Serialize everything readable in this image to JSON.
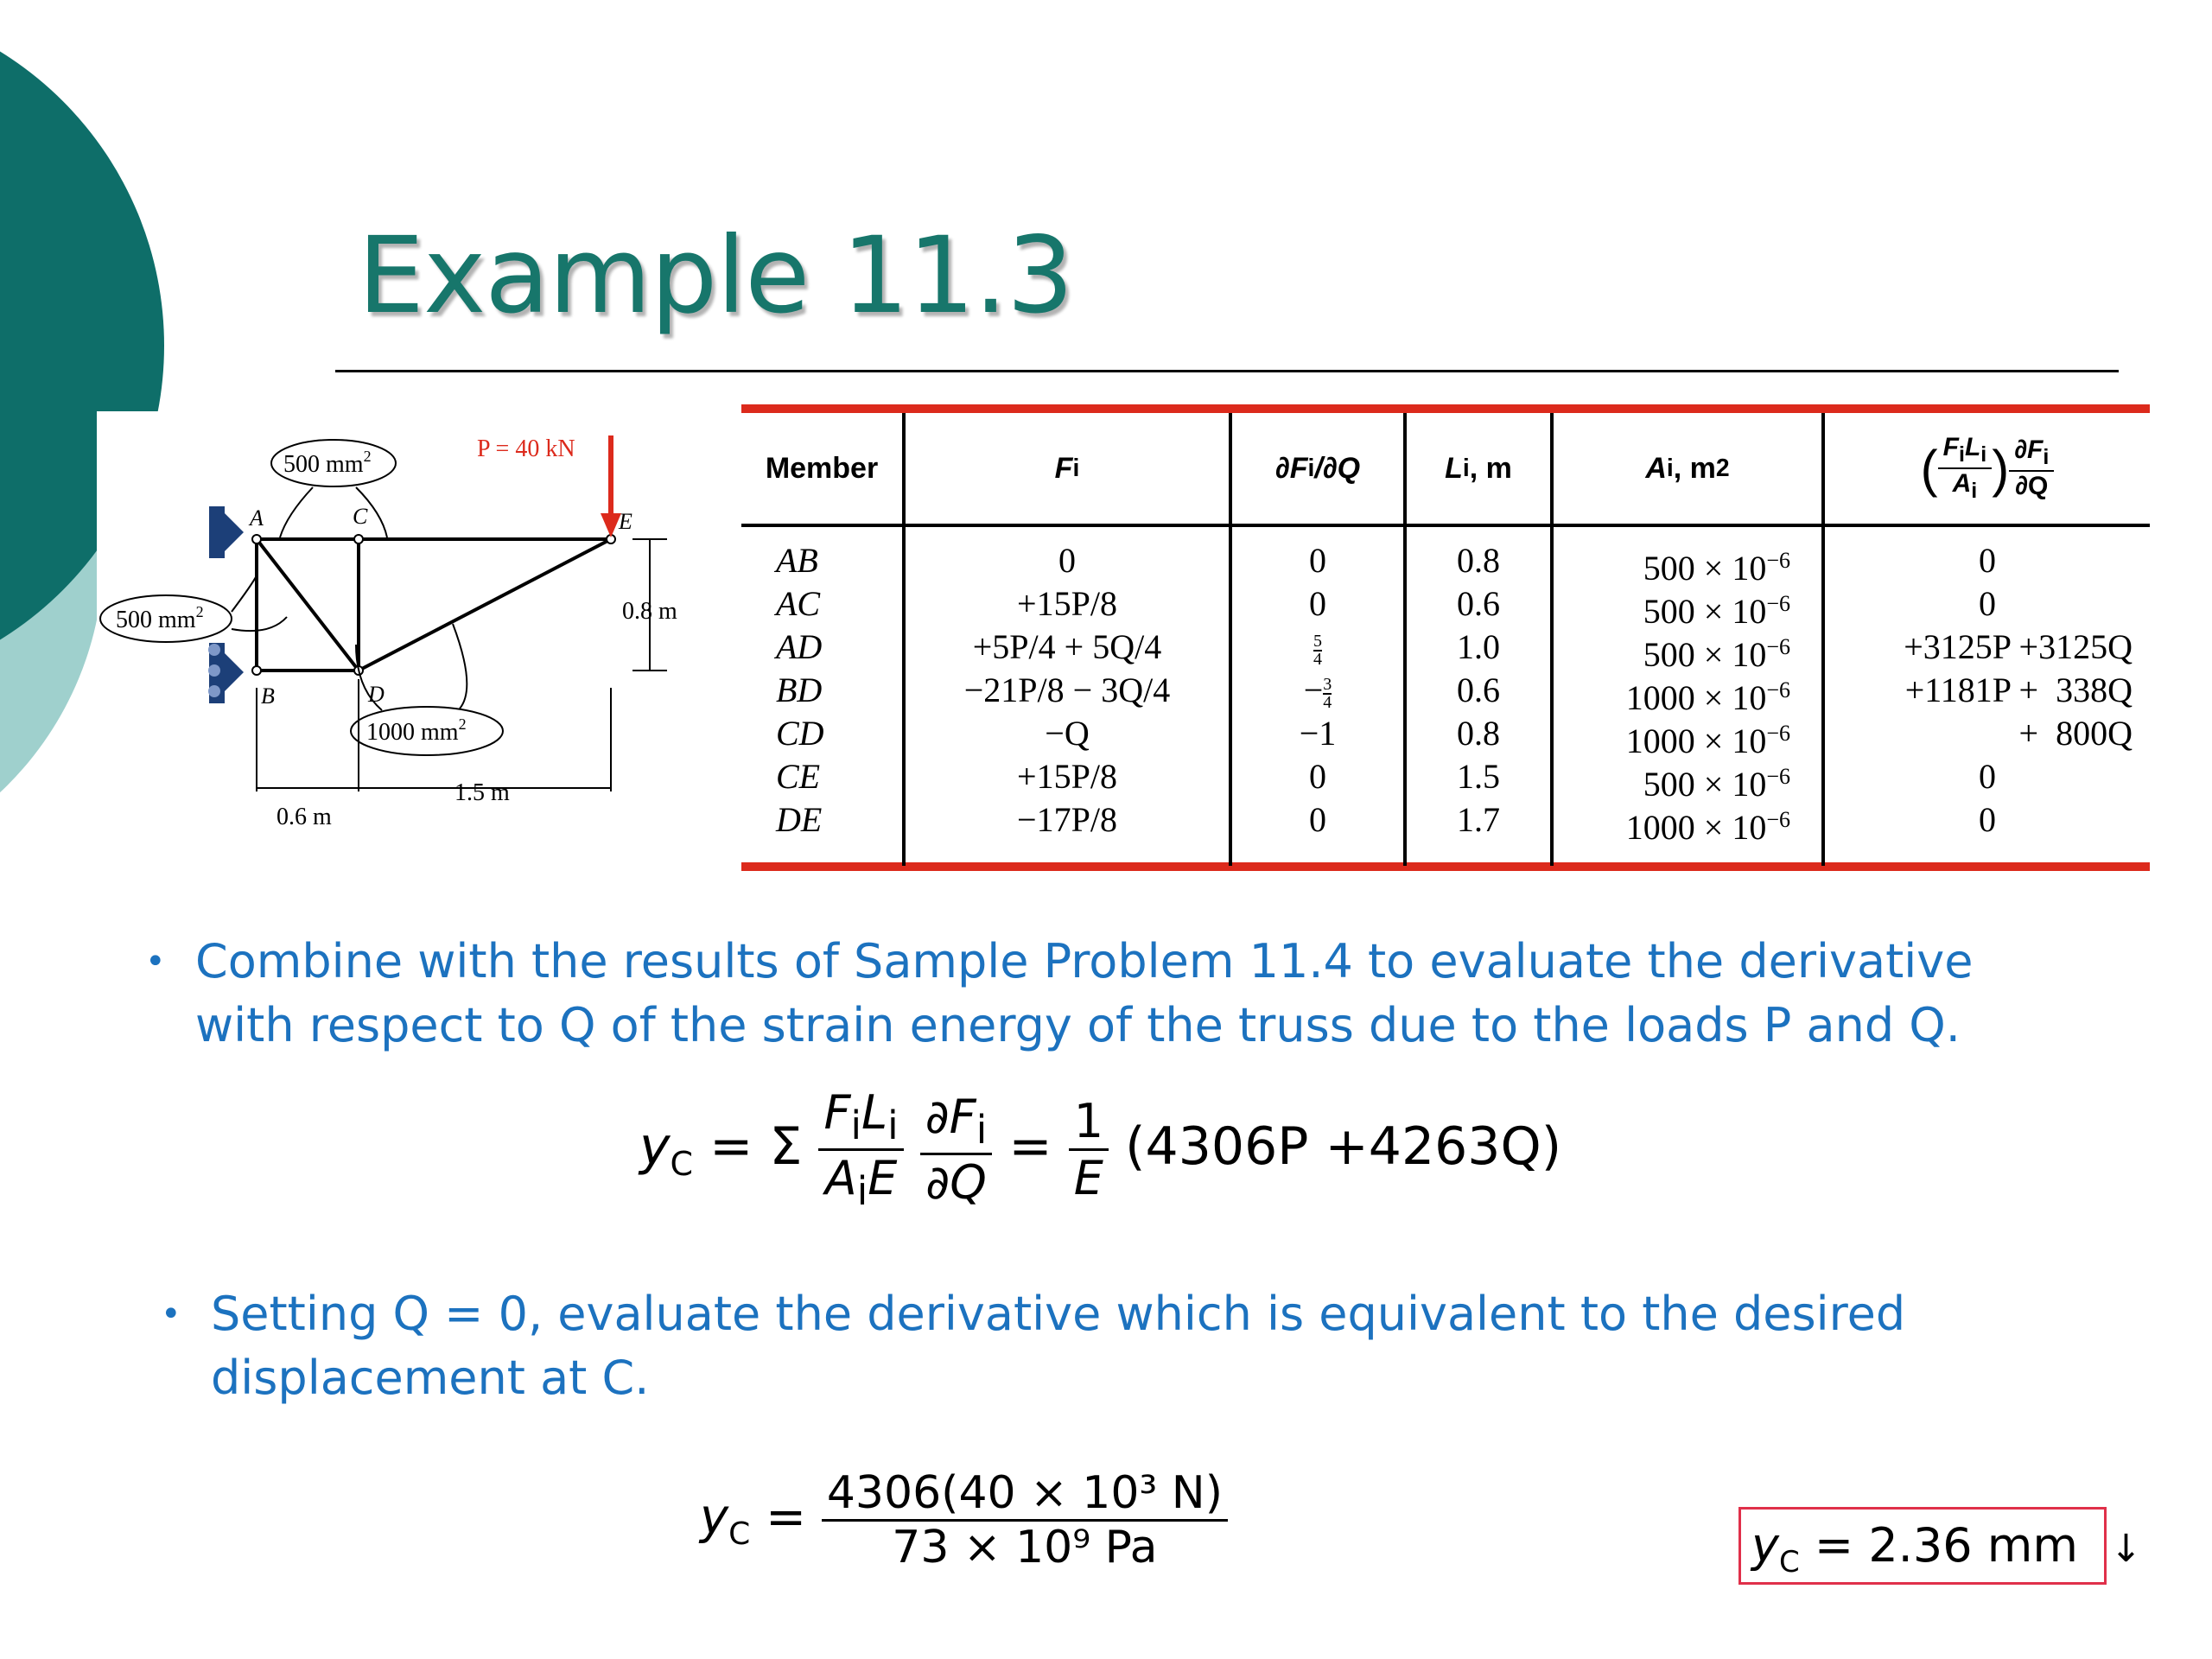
{
  "slide": {
    "title": "Example 11.3",
    "colors": {
      "title": "#17766b",
      "bullet_text": "#1c72bf",
      "deco_dark": "#0e6e69",
      "deco_light": "#9fd0cd",
      "table_rule": "#dc2a1c",
      "answer_border": "#e0304a"
    }
  },
  "figure": {
    "load_label": "P = 40 kN",
    "area_ac": "500 mm",
    "area_ab": "500 mm",
    "area_diag": "1000 mm",
    "area_exp": "2",
    "node_a": "A",
    "node_b": "B",
    "node_c": "C",
    "node_d": "D",
    "node_e": "E",
    "height_dim": "0.8 m",
    "dim_left": "0.6 m",
    "dim_right": "1.5 m"
  },
  "table": {
    "headers": {
      "member": "Member",
      "force_sym": "F",
      "force_sub": "i",
      "deriv": "∂F",
      "deriv_sub": "i",
      "deriv_tail": "/∂Q",
      "length_sym": "L",
      "length_sub": "i",
      "length_unit": ", m",
      "area_sym": "A",
      "area_sub": "i",
      "area_unit": ", m",
      "last_num": "F",
      "last_num_i": "i",
      "last_num_L": "L",
      "last_num_i2": "i",
      "last_den": "A",
      "last_den_i": "i",
      "last_d_num": "∂F",
      "last_d_num_i": "i",
      "last_d_den": "∂Q"
    },
    "members": [
      "AB",
      "AC",
      "AD",
      "BD",
      "CD",
      "CE",
      "DE"
    ],
    "forces": [
      "0",
      "+15P/8",
      "+5P/4 + 5Q/4",
      "−21P/8 − 3Q/4",
      "−Q",
      "+15P/8",
      "−17P/8"
    ],
    "derivs": [
      {
        "text": "0"
      },
      {
        "text": "0"
      },
      {
        "frac": true,
        "sign": "",
        "num": "5",
        "den": "4"
      },
      {
        "frac": true,
        "sign": "−",
        "num": "3",
        "den": "4"
      },
      {
        "text": "−1"
      },
      {
        "text": "0"
      },
      {
        "text": "0"
      }
    ],
    "lengths": [
      "0.8",
      "0.6",
      "1.0",
      "0.6",
      "0.8",
      "1.5",
      "1.7"
    ],
    "areas": [
      "500 × 10",
      "500 × 10",
      "500 × 10",
      "1000 × 10",
      "1000 × 10",
      "500 × 10",
      "1000 × 10"
    ],
    "area_exp": "−6",
    "area_unit_exp": "2",
    "products": [
      "0",
      "0",
      "+3125P +3125Q",
      "+1181P +  338Q",
      "+  800Q",
      "0",
      "0"
    ]
  },
  "bullet1": {
    "line1": "Combine with the results of Sample Problem 11.4 to evaluate the derivative",
    "line2": "with respect to Q of the strain energy of the truss due to the loads P and Q."
  },
  "eq1": {
    "lhs": "y",
    "lhs_sub": "C",
    "rhs": "4306P +4263Q)"
  },
  "bullet2": {
    "line1": "Setting Q = 0, evaluate the derivative which is equivalent to the desired",
    "line2": "displacement at C."
  },
  "eq2": {
    "lhs": "y",
    "lhs_sub": "C",
    "numerator": "4306(40 × 10³ N)",
    "denominator": "73 × 10⁹ Pa"
  },
  "answer": {
    "lhs": "y",
    "lhs_sub": "C",
    "value": "2.36 mm",
    "mark": "↓"
  }
}
